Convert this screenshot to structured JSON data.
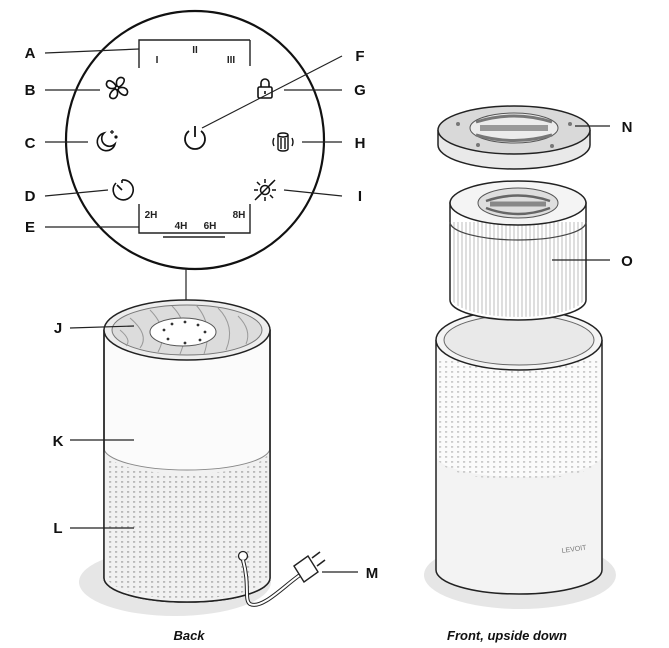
{
  "labels": {
    "A": "A",
    "B": "B",
    "C": "C",
    "D": "D",
    "E": "E",
    "F": "F",
    "G": "G",
    "H": "H",
    "I": "I",
    "J": "J",
    "K": "K",
    "L": "L",
    "M": "M",
    "N": "N",
    "O": "O"
  },
  "fan_speeds": [
    "I",
    "II",
    "III"
  ],
  "timer_hours": [
    "2H",
    "4H",
    "6H",
    "8H"
  ],
  "brand_text": "LEVOIT",
  "captions": {
    "back": "Back",
    "front": "Front, upside down"
  },
  "icons": [
    "fan-icon",
    "sleep-mode-icon",
    "timer-icon",
    "power-icon",
    "lock-icon",
    "filter-reset-icon",
    "display-light-icon"
  ]
}
